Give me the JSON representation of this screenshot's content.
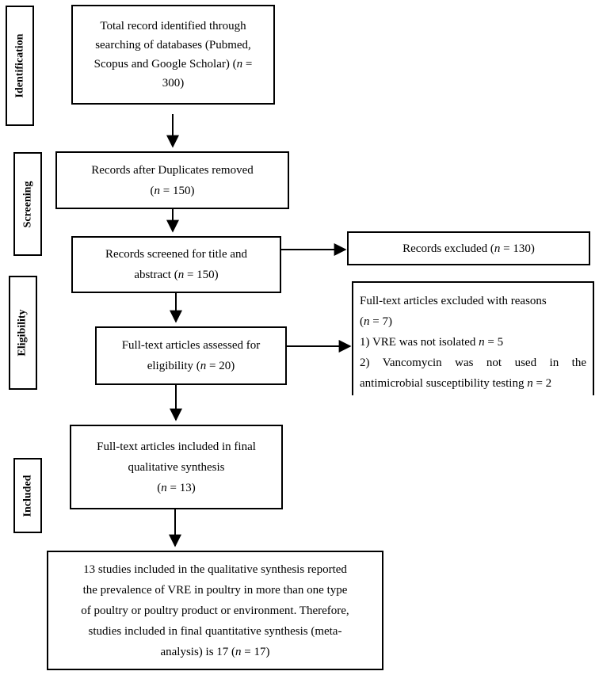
{
  "stages": {
    "identification": "Identification",
    "screening": "Screening",
    "eligibility": "Eligibility",
    "included": "Included"
  },
  "boxes": {
    "identified": {
      "lines": [
        "Total record identified through",
        "searching of databases (Pubmed,",
        "Scopus and Google Scholar) (",
        "300)"
      ],
      "n_label": "n",
      "n_suffix": " ="
    },
    "duplicates": {
      "line1": "Records after Duplicates removed",
      "n_label": "n",
      "n_text": " = 150)"
    },
    "screened": {
      "line1": "Records screened for title and",
      "line2_prefix": "abstract (",
      "n_label": "n",
      "n_text": " = 150)"
    },
    "excluded": {
      "prefix": "Records excluded (",
      "n_label": "n",
      "n_text": " = 130)"
    },
    "assessed": {
      "line1": "Full-text articles assessed for",
      "line2_prefix": "eligibility (",
      "n_label": "n",
      "n_text": " = 20)"
    },
    "reasons": {
      "line1": "Full-text articles excluded with reasons",
      "n_label": "n",
      "n_text": " = 7)",
      "reason1_text": "1)  VRE was not isolated ",
      "reason1_n": "n",
      "reason1_value": " = 5",
      "reason2_line1": "2)  Vancomycin was not used in the",
      "reason2_line2": "antimicrobial susceptibility testing ",
      "reason2_n": "n",
      "reason2_value": " = 2"
    },
    "included_final": {
      "line1": "Full-text articles included in final",
      "line2": "qualitative synthesis",
      "n_label": "n",
      "n_text": " = 13)"
    },
    "meta": {
      "lines": [
        "13 studies included in the qualitative synthesis reported",
        "the prevalence of VRE in poultry in more than one type",
        "of poultry or poultry product or environment. Therefore,",
        "studies included in final quantitative synthesis (meta-",
        "analysis) is 17 (",
        "n",
        " = 17)"
      ]
    }
  }
}
